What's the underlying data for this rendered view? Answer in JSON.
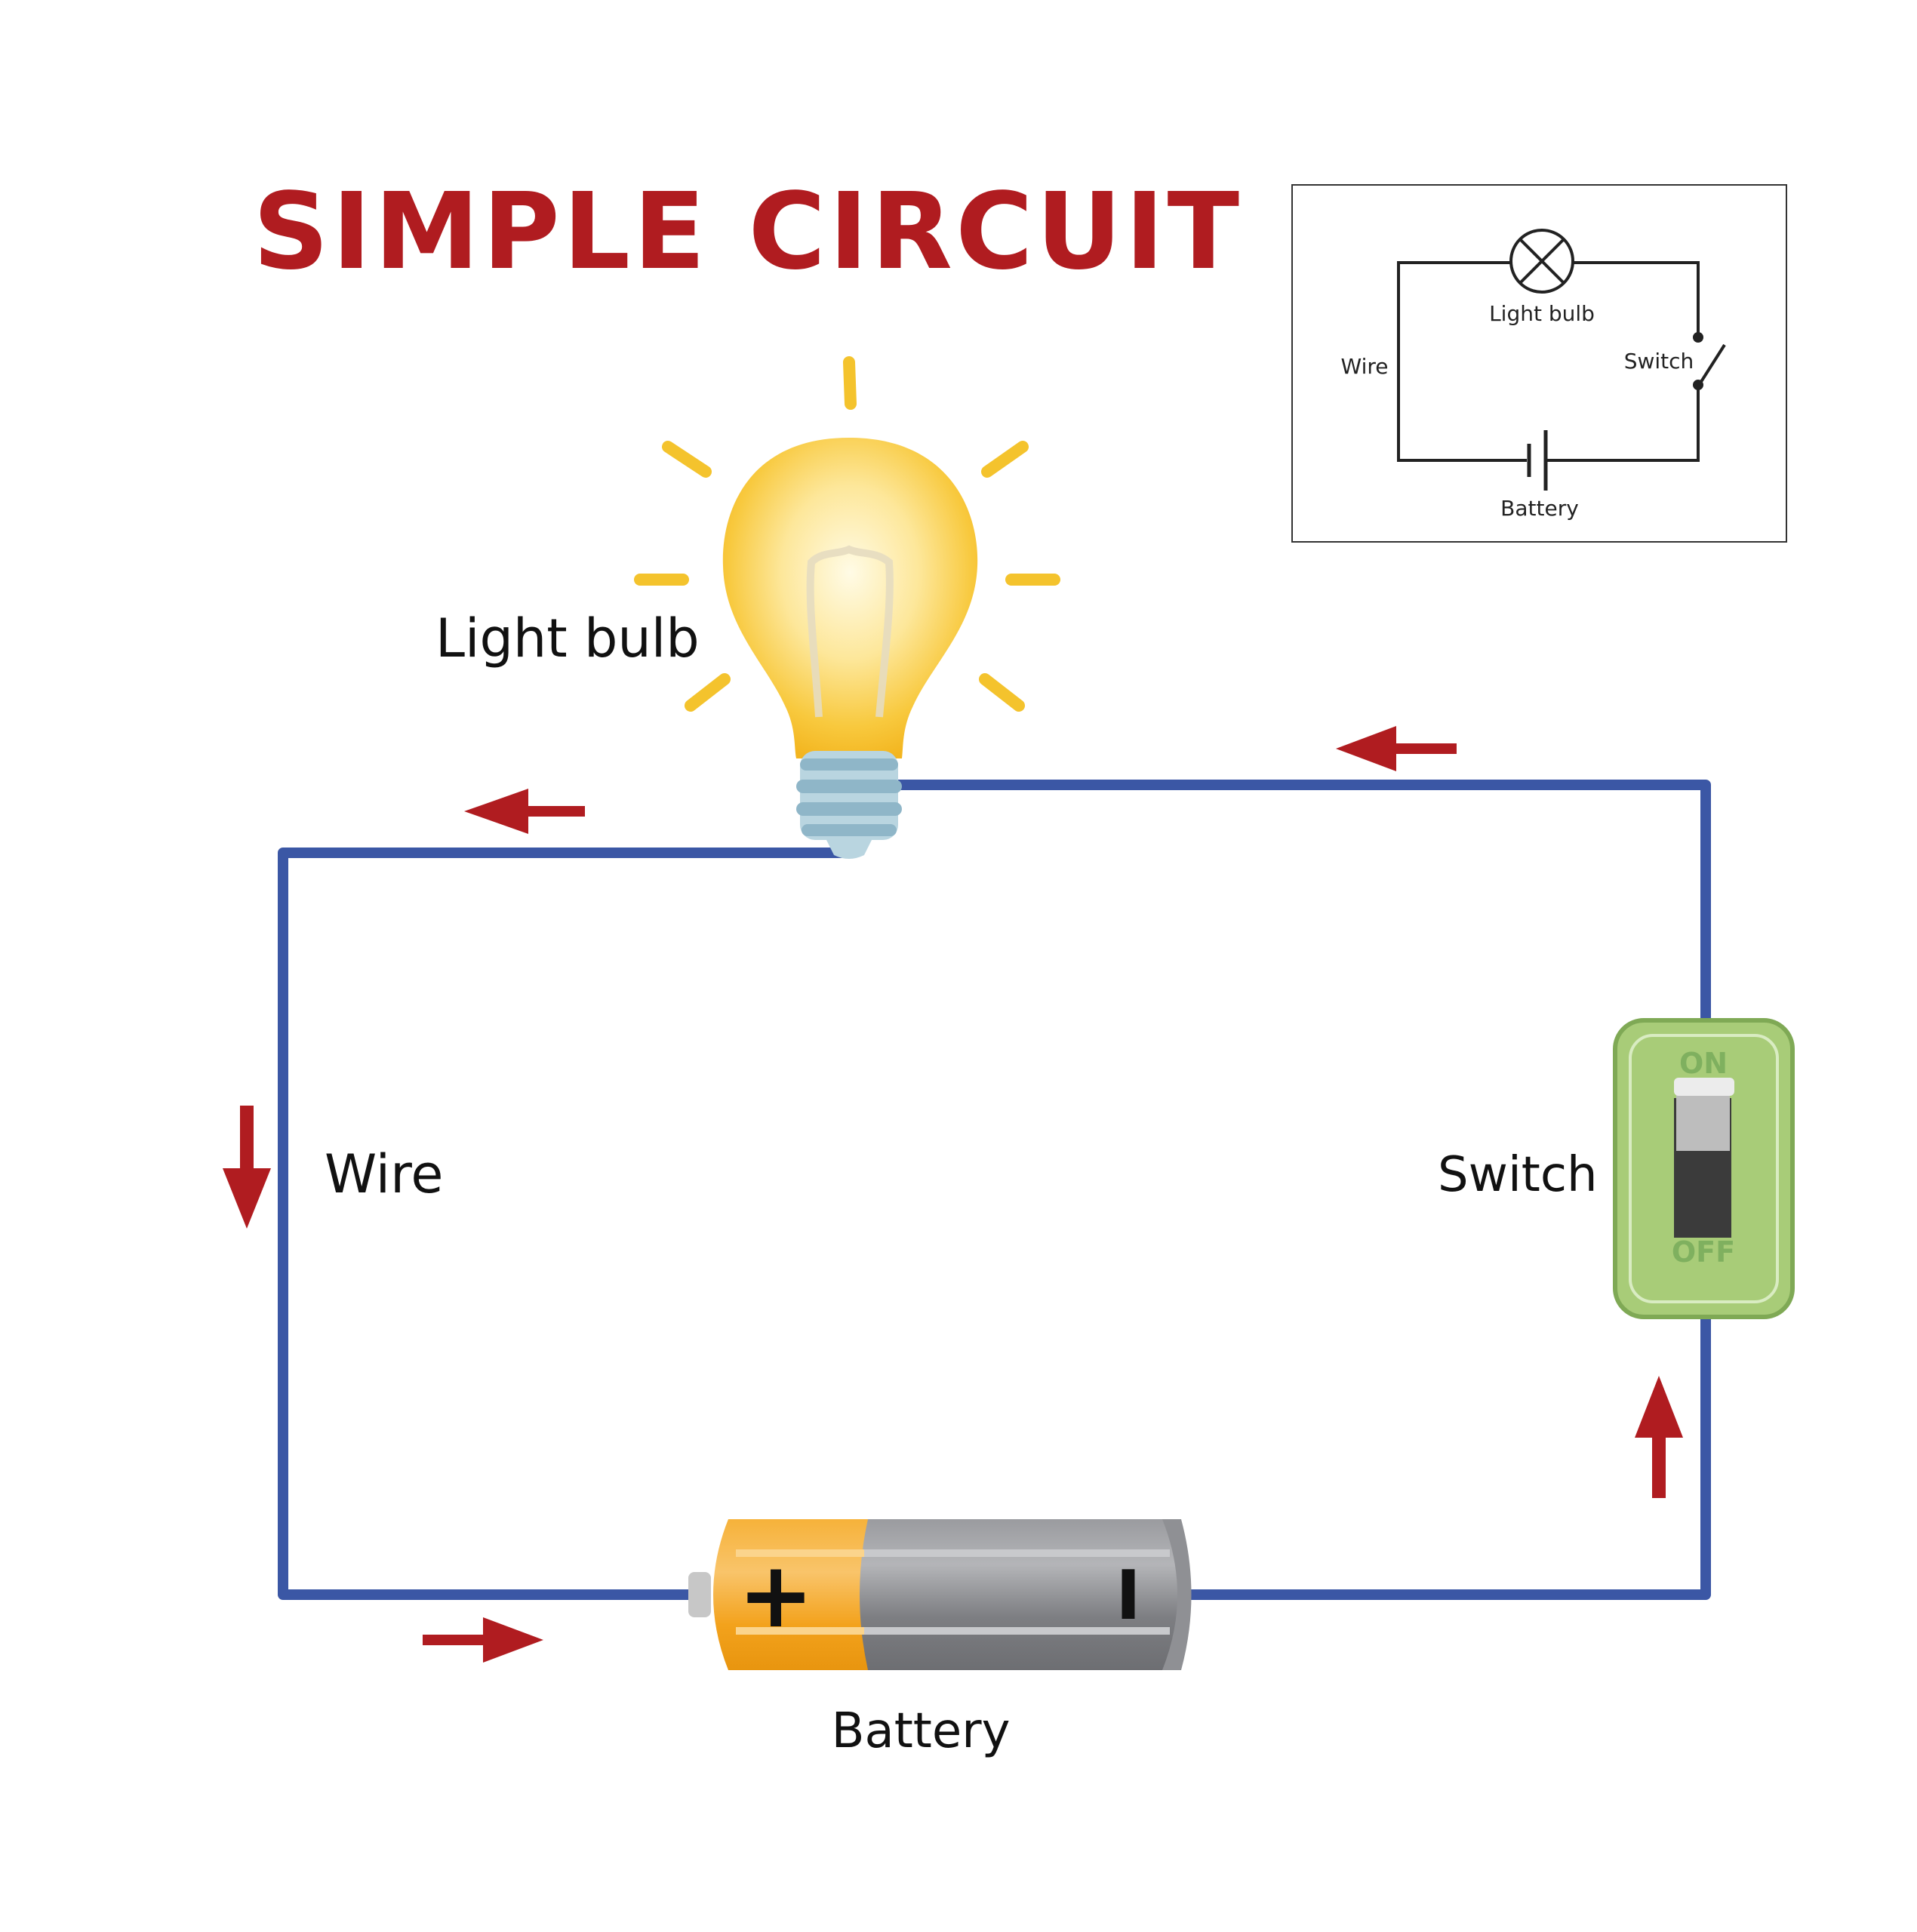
{
  "title": "SIMPLE CIRCUIT",
  "labels": {
    "bulb": "Light bulb",
    "wire": "Wire",
    "switch": "Switch",
    "battery": "Battery"
  },
  "switch_face": {
    "on": "ON",
    "off": "OFF"
  },
  "battery_terminals": {
    "positive": "+",
    "negative": "I"
  },
  "schematic": {
    "bulb": "Light bulb",
    "wire": "Wire",
    "switch": "Switch",
    "battery": "Battery"
  },
  "colors": {
    "title": "#b01c20",
    "wire": "#3b57a5",
    "arrow": "#b01c20",
    "ray": "#f4c32d",
    "switch_body": "#a8cc78",
    "battery_orange": "#f5a623",
    "battery_gray": "#8f9094"
  },
  "icons": [
    "light-bulb-icon",
    "battery-icon",
    "toggle-switch-icon",
    "current-arrow-icon"
  ]
}
